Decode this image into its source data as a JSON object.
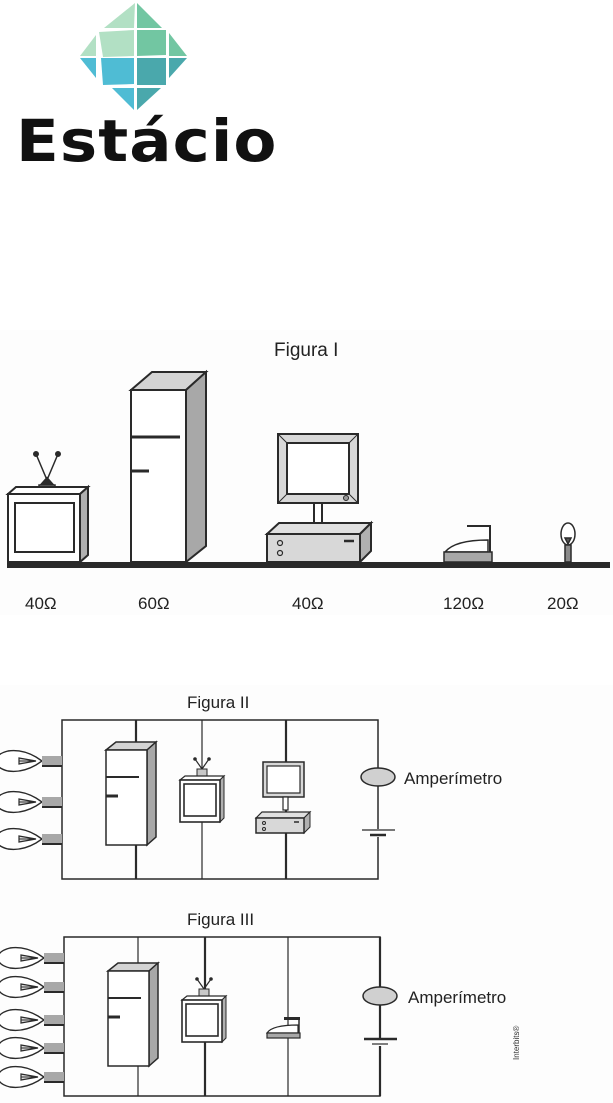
{
  "logo": {
    "brand_name": "Estácio",
    "colors": {
      "light_green": "#b2e0c4",
      "green": "#72c6a2",
      "cyan": "#4fbcd4",
      "teal": "#4aa8ac"
    }
  },
  "figure_1": {
    "title": "Figura I",
    "appliances": [
      {
        "name": "televisao",
        "resistance_label": "40Ω"
      },
      {
        "name": "geladeira",
        "resistance_label": "60Ω"
      },
      {
        "name": "computador",
        "resistance_label": "40Ω"
      },
      {
        "name": "ferro-de-passar",
        "resistance_label": "120Ω"
      },
      {
        "name": "lampada",
        "resistance_label": "20Ω"
      }
    ]
  },
  "figure_2": {
    "title": "Figura II",
    "lamp_count": 3,
    "branches": [
      "geladeira",
      "televisao",
      "computador"
    ],
    "ammeter_label": "Amperímetro"
  },
  "figure_3": {
    "title": "Figura III",
    "lamp_count": 5,
    "branches": [
      "geladeira",
      "televisao",
      "ferro-de-passar"
    ],
    "ammeter_label": "Amperímetro"
  },
  "watermark": "Interbits®"
}
